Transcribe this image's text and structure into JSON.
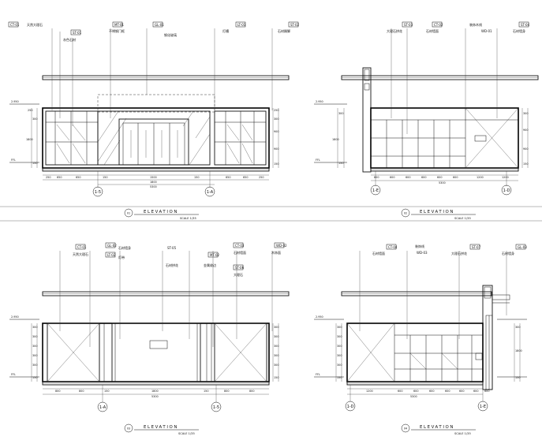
{
  "sheet": {
    "panels": [
      {
        "id": "p1",
        "title": "ELEVATION",
        "scale": "SCALE 1/35",
        "tag_num": "01",
        "grid_left": "1-5",
        "grid_right": "1-A",
        "callouts": [
          {
            "code": "CT-01",
            "note": "天然大理石"
          },
          {
            "code": "ST-01",
            "note": "灰色石材"
          },
          {
            "code": "MT-01",
            "note": "不锈钢门框"
          },
          {
            "code": "GL-01",
            "note": "钢化玻璃"
          },
          {
            "code": "LT-01",
            "note": "灯槽"
          },
          {
            "code": "ST-02",
            "note": "石材踢脚"
          }
        ],
        "dims_bottom": [
          "250",
          "650",
          "650",
          "150",
          "1500",
          "150",
          "650",
          "650",
          "250"
        ],
        "dims_total": "5300",
        "dims_center": "1800",
        "dims_left": [
          "250",
          "300",
          "1800",
          "150"
        ],
        "dims_right": [
          "250",
          "300",
          "900",
          "900",
          "150"
        ],
        "levels": [
          "2.950",
          "FFL"
        ]
      },
      {
        "id": "p2",
        "title": "ELEVATION",
        "scale": "SCALE 1/35",
        "tag_num": "02",
        "grid_left": "1-E",
        "grid_right": "1-D",
        "callouts": [
          {
            "code": "ST-03",
            "note": "大理石拼花"
          },
          {
            "code": "CT-02",
            "note": "石材墙面"
          },
          {
            "code": "WD-01",
            "note": "装饰木线"
          },
          {
            "code": "ST-04",
            "note": "石材墙身"
          }
        ],
        "dims_bottom": [
          "600",
          "600",
          "600",
          "600",
          "600",
          "600",
          "1200",
          "1200"
        ],
        "dims_total": "5300",
        "dims_left": [
          "300",
          "1800",
          "150"
        ],
        "dims_right": [
          "300",
          "900",
          "900",
          "150"
        ],
        "levels": [
          "2.950",
          "FFL"
        ]
      },
      {
        "id": "p3",
        "title": "ELEVATION",
        "scale": "SCALE 1/35",
        "tag_num": "03",
        "grid_left": "1-A",
        "grid_right": "1-5",
        "callouts": [
          {
            "code": "CT-01",
            "note": "天然大理石"
          },
          {
            "code": "GL-02",
            "note": "石材墙身"
          },
          {
            "code": "LT-02",
            "note": "灯带"
          },
          {
            "code": "ST-05",
            "note": "石材拼花"
          },
          {
            "code": "MT-02",
            "note": "金属收边"
          },
          {
            "code": "CT-03",
            "note": "石材墙面"
          },
          {
            "code": "ST-06",
            "note": "大理石"
          },
          {
            "code": "WD-02",
            "note": "木饰面"
          }
        ],
        "dims_bottom": [
          "800",
          "800",
          "150",
          "1800",
          "150",
          "800",
          "800"
        ],
        "dims_total": "5300",
        "dims_left": [
          "300",
          "300",
          "300",
          "300",
          "300",
          "150"
        ],
        "dims_right": [
          "300",
          "300",
          "300",
          "300",
          "300",
          "150"
        ],
        "levels": [
          "2.950",
          "FFL"
        ]
      },
      {
        "id": "p4",
        "title": "ELEVATION",
        "scale": "SCALE 1/35",
        "tag_num": "04",
        "grid_left": "1-D",
        "grid_right": "1-E",
        "callouts": [
          {
            "code": "CT-04",
            "note": "石材墙面"
          },
          {
            "code": "WD-03",
            "note": "装饰线"
          },
          {
            "code": "ST-07",
            "note": "大理石拼花"
          },
          {
            "code": "GL-03",
            "note": "石材墙身"
          }
        ],
        "dims_bottom": [
          "1200",
          "600",
          "600",
          "600",
          "600",
          "600",
          "600",
          "600"
        ],
        "dims_total": "5300",
        "dims_left": [
          "300",
          "300",
          "300",
          "300",
          "300",
          "150"
        ],
        "dims_right": [
          "300",
          "1800",
          "150"
        ],
        "levels": [
          "2.950",
          "FFL"
        ]
      }
    ]
  }
}
